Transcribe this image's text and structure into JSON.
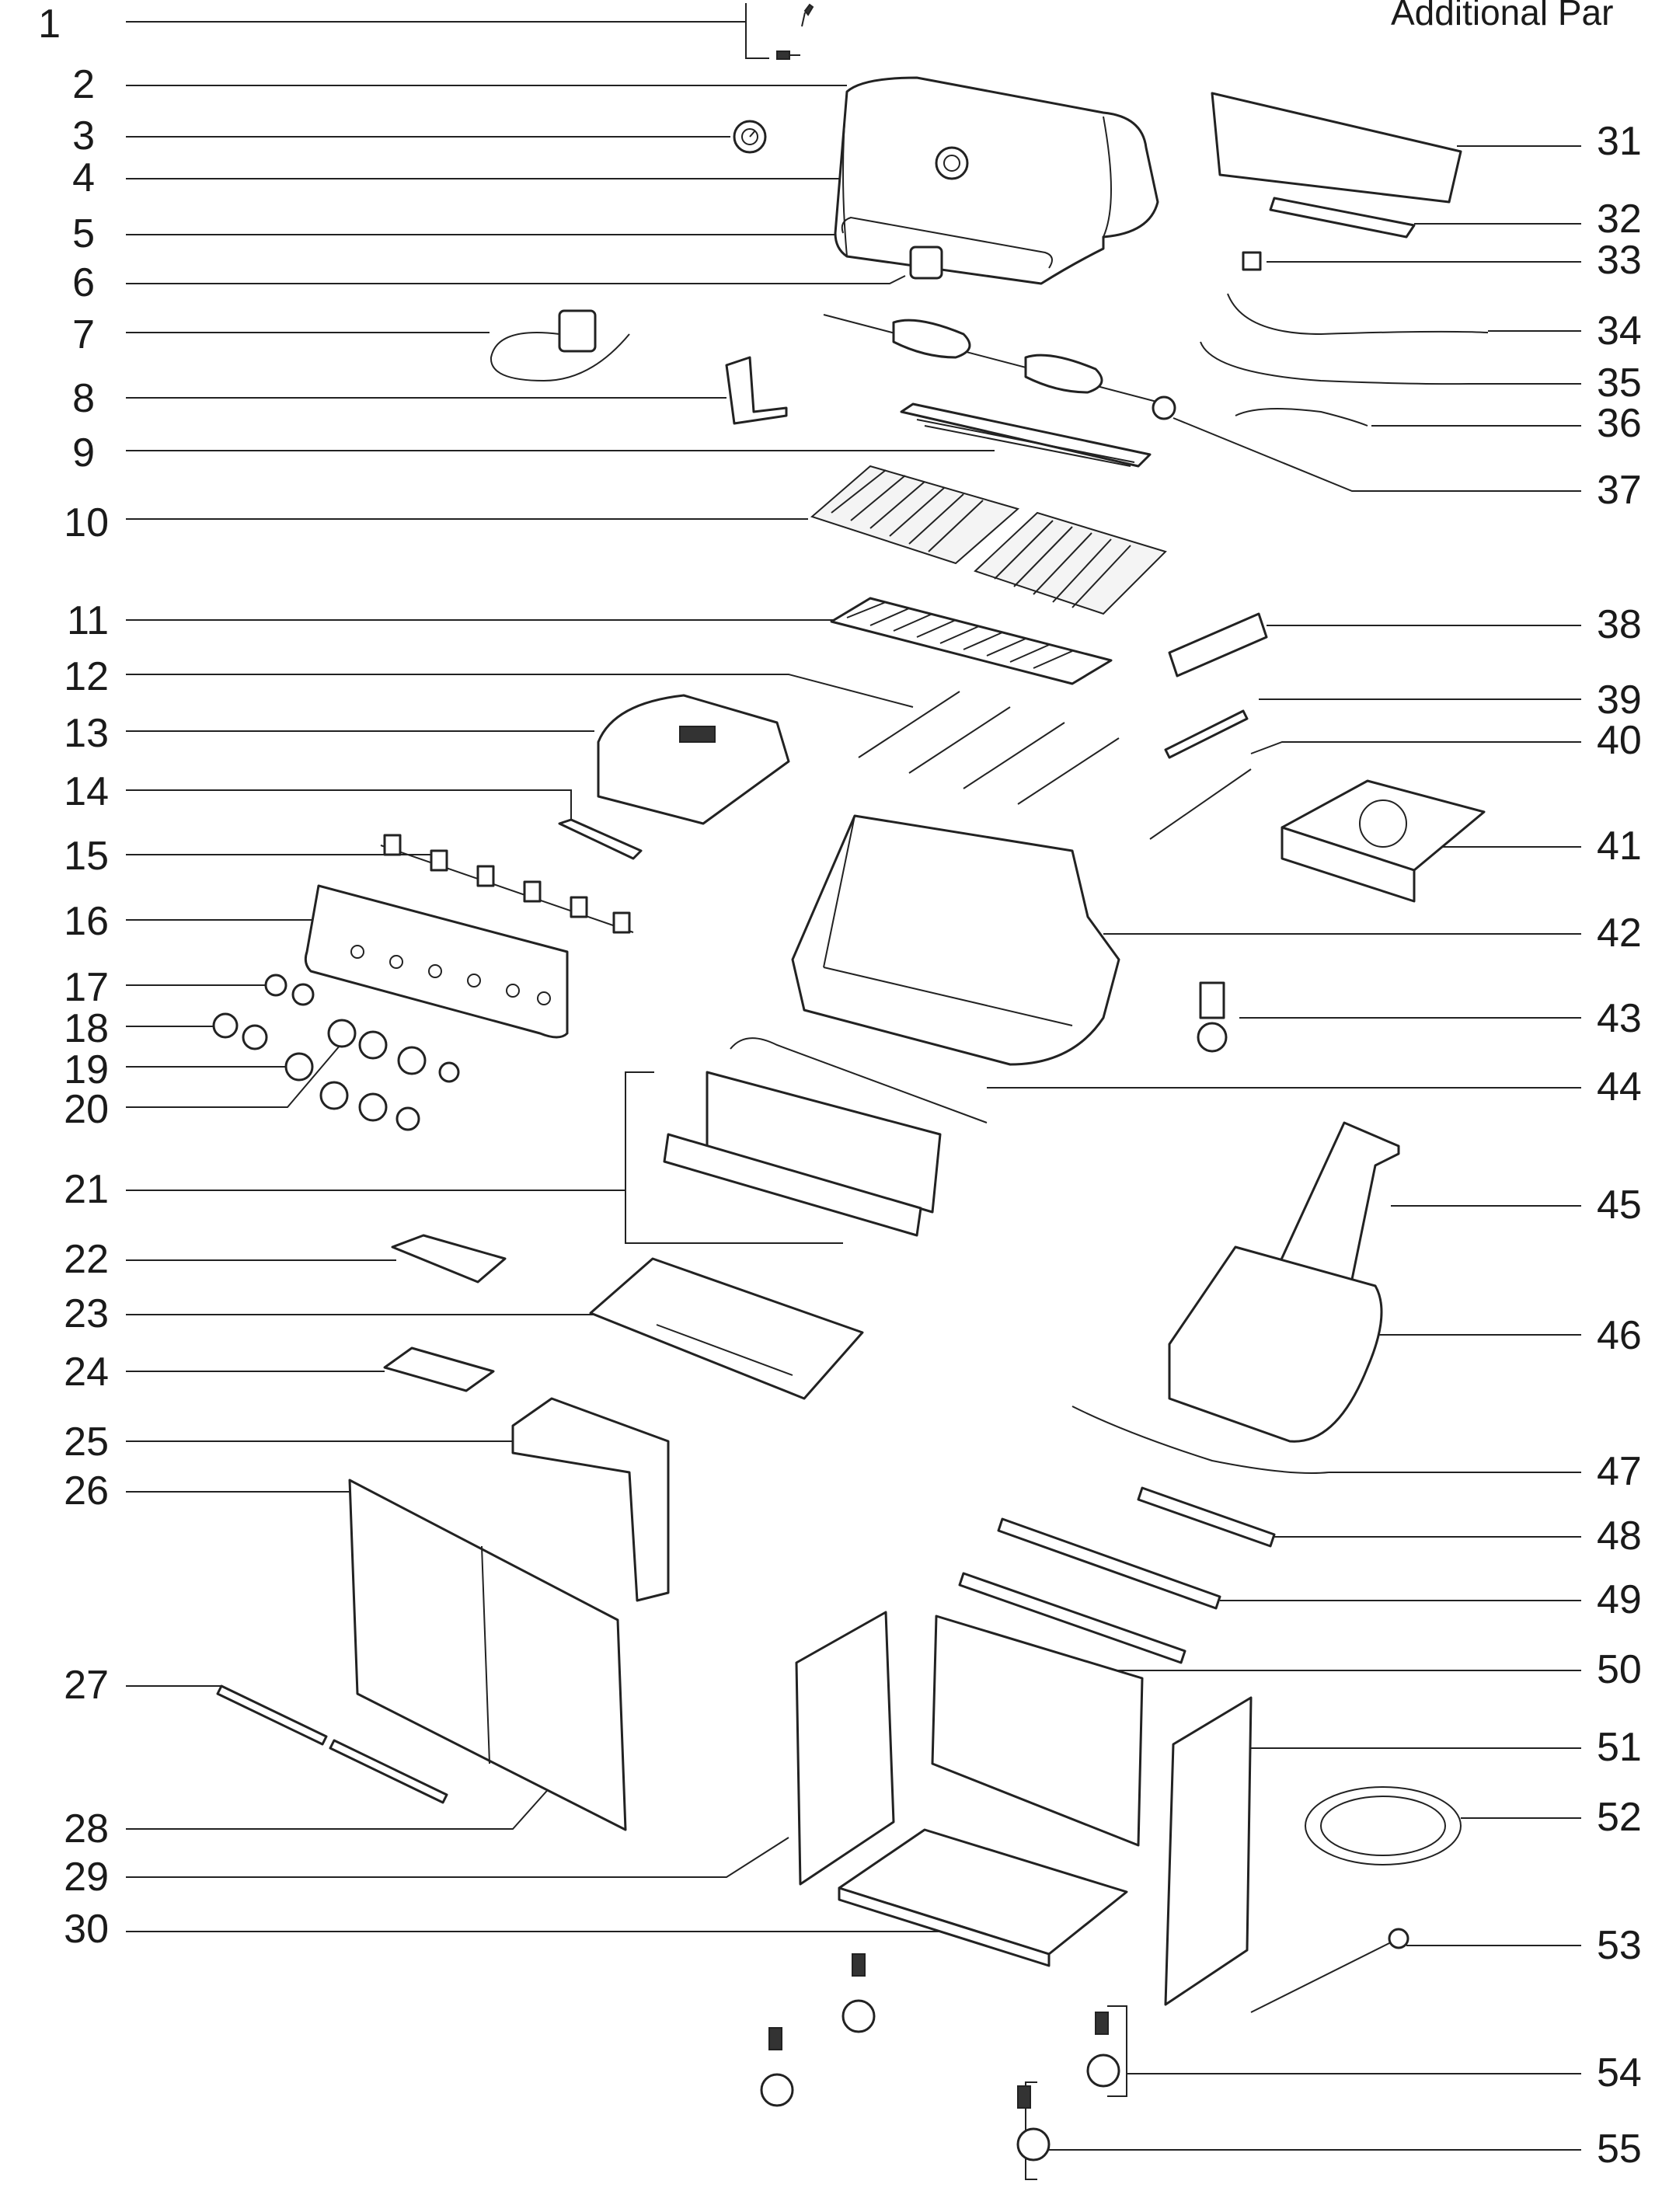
{
  "header": {
    "additional_parts": "Additional Par"
  },
  "left_labels": [
    "1",
    "2",
    "3",
    "4",
    "5",
    "6",
    "7",
    "8",
    "9",
    "10",
    "11",
    "12",
    "13",
    "14",
    "15",
    "16",
    "17",
    "18",
    "19",
    "20",
    "21",
    "22",
    "23",
    "24",
    "25",
    "26",
    "27",
    "28",
    "29",
    "30"
  ],
  "right_labels": [
    "31",
    "32",
    "33",
    "34",
    "35",
    "36",
    "37",
    "38",
    "39",
    "40",
    "41",
    "42",
    "43",
    "44",
    "45",
    "46",
    "47",
    "48",
    "49",
    "50",
    "51",
    "52",
    "53",
    "54",
    "55"
  ]
}
